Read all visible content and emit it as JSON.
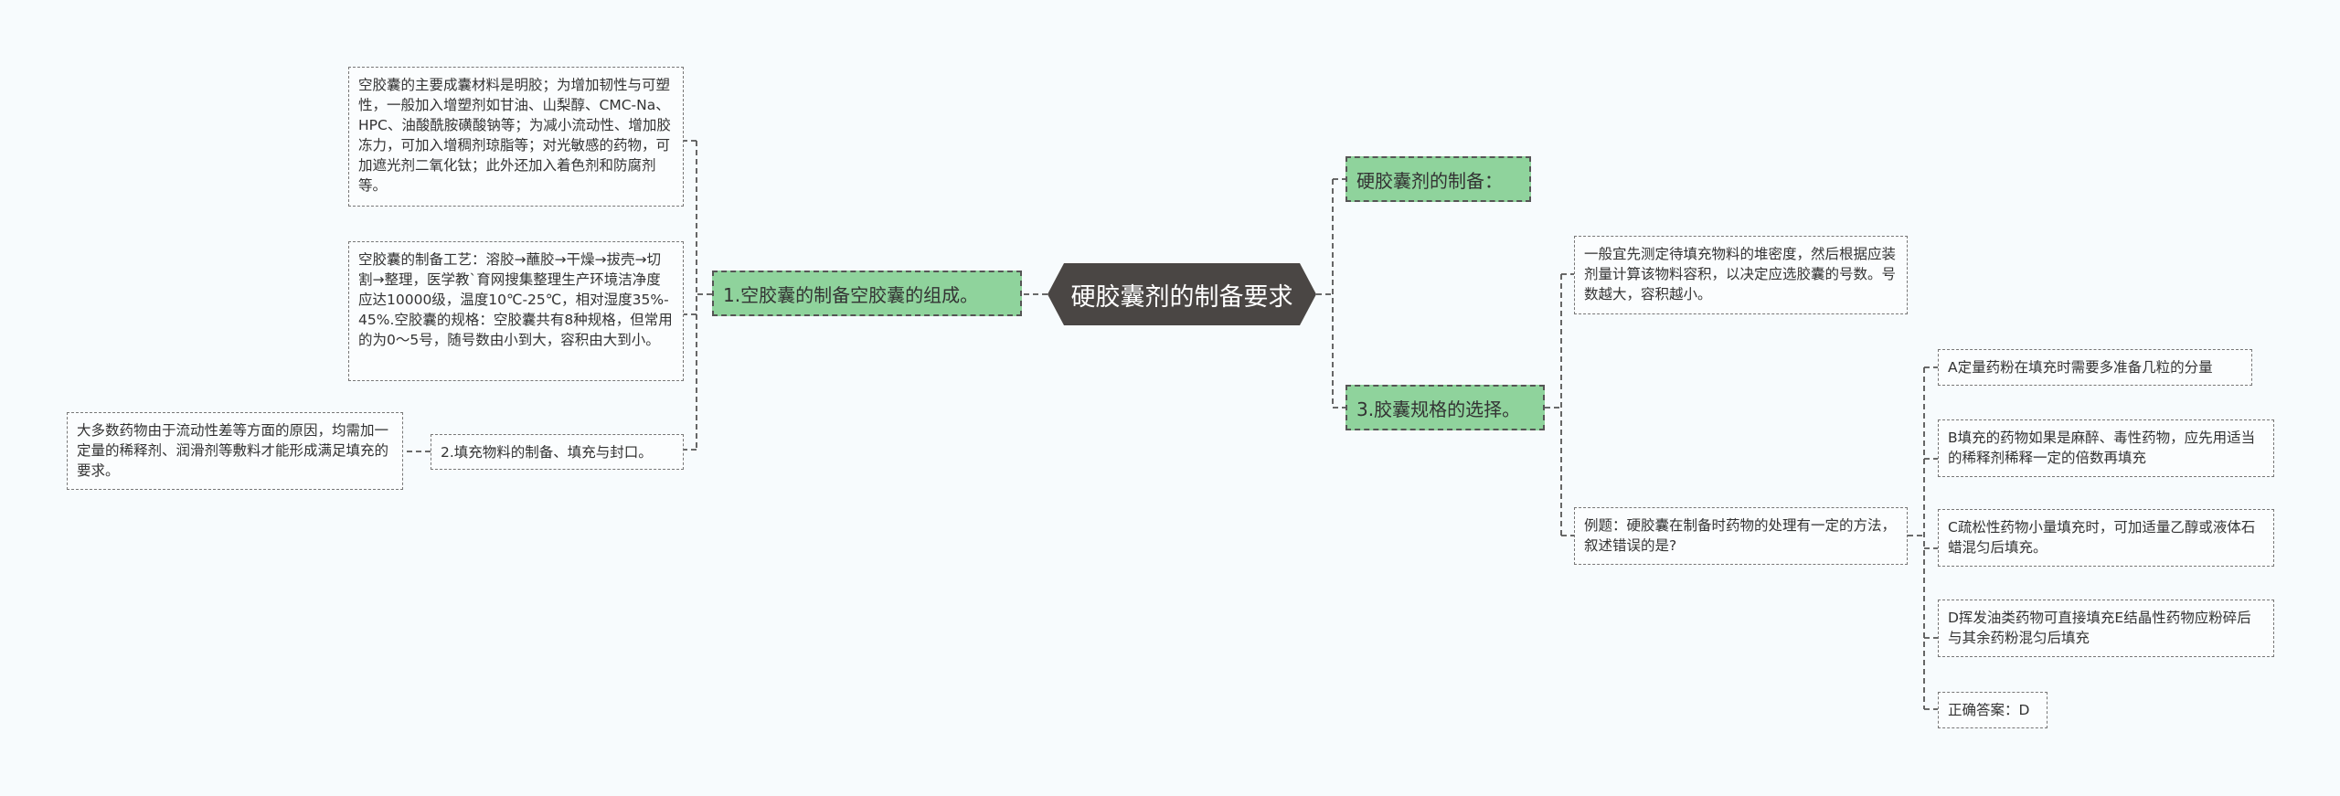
{
  "root": {
    "label": "硬胶囊剂的制备要求"
  },
  "left": {
    "branch1": {
      "label": "1.空胶囊的制备空胶囊的组成。"
    },
    "branch1_leaf1": {
      "text": "空胶囊的主要成囊材料是明胶；为增加韧性与可塑性，一般加入增塑剂如甘油、山梨醇、CMC-Na、HPC、油酸酰胺磺酸钠等；为减小流动性、增加胶冻力，可加入增稠剂琼脂等；对光敏感的药物，可加遮光剂二氧化钛；此外还加入着色剂和防腐剂等。"
    },
    "branch1_leaf2": {
      "text": "空胶囊的制备工艺：溶胶→蘸胶→干燥→拔壳→切割→整理，医学教`育网搜集整理生产环境洁净度应达10000级，温度10℃-25℃，相对湿度35%-45%.空胶囊的规格：空胶囊共有8种规格，但常用的为0～5号，随号数由小到大，容积由大到小。"
    },
    "branch2": {
      "label": "2.填充物料的制备、填充与封口。"
    },
    "branch2_leaf": {
      "text": "大多数药物由于流动性差等方面的原因，均需加一定量的稀释剂、润滑剂等敷料才能形成满足填充的要求。"
    }
  },
  "right": {
    "branch1": {
      "label": "硬胶囊剂的制备："
    },
    "branch3": {
      "label": "3.胶囊规格的选择。"
    },
    "branch3_leaf1": {
      "text": "一般宜先测定待填充物料的堆密度，然后根据应装剂量计算该物料容积，以决定应选胶囊的号数。号数越大，容积越小。"
    },
    "branch3_leaf2": {
      "text": "例题：硬胶囊在制备时药物的处理有一定的方法，叙述错误的是?"
    },
    "options": [
      {
        "text": "A定量药粉在填充时需要多准备几粒的分量"
      },
      {
        "text": "B填充的药物如果是麻醉、毒性药物，应先用适当的稀释剂稀释一定的倍数再填充"
      },
      {
        "text": "C疏松性药物小量填充时，可加适量乙醇或液体石蜡混匀后填充。"
      },
      {
        "text": "D挥发油类药物可直接填充E结晶性药物应粉碎后与其余药粉混匀后填充"
      },
      {
        "text": "正确答案：D"
      }
    ]
  }
}
